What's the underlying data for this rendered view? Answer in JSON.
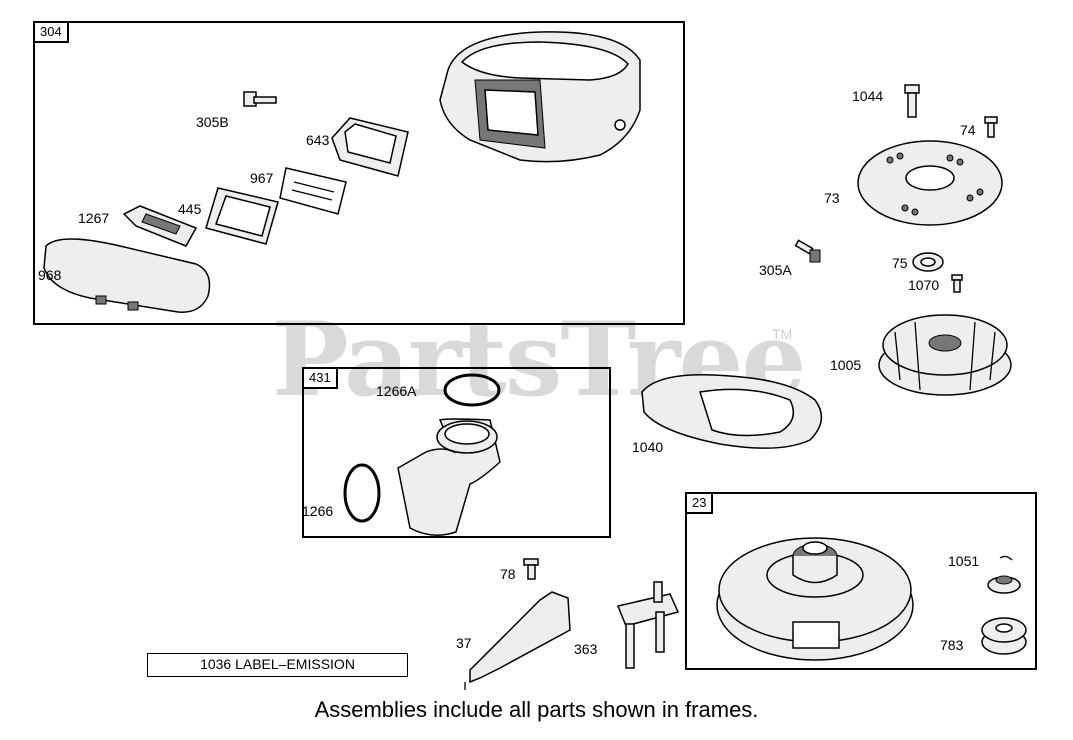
{
  "watermark": {
    "text": "PartsTree",
    "tm": "TM"
  },
  "frames": {
    "f304": {
      "tag": "304"
    },
    "f431": {
      "tag": "431"
    },
    "f23": {
      "tag": "23"
    }
  },
  "labels": {
    "l305B": "305B",
    "l643": "643",
    "l967": "967",
    "l445": "445",
    "l1267": "1267",
    "l968": "968",
    "l1044": "1044",
    "l74": "74",
    "l73": "73",
    "l305A": "305A",
    "l75": "75",
    "l1070": "1070",
    "l1005": "1005",
    "l1040": "1040",
    "l1266A": "1266A",
    "l1266": "1266",
    "l1051": "1051",
    "l783": "783",
    "l78": "78",
    "l37": "37",
    "l363": "363"
  },
  "emission_label": "1036 LABEL–EMISSION",
  "caption": "Assemblies include all parts shown in frames."
}
